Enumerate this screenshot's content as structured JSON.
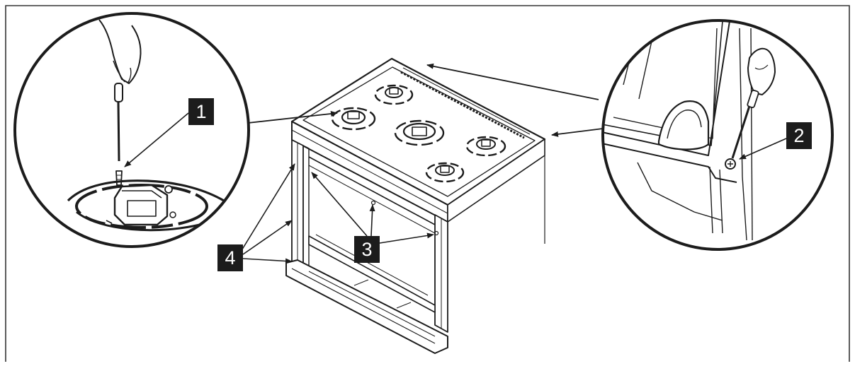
{
  "callouts": [
    {
      "id": "1",
      "label": "1"
    },
    {
      "id": "2",
      "label": "2"
    },
    {
      "id": "3",
      "label": "3"
    },
    {
      "id": "4",
      "label": "4"
    }
  ],
  "colors": {
    "ink": "#1c1c1c",
    "background": "#ffffff",
    "callout_fill": "#1c1c1c",
    "callout_text": "#ffffff"
  }
}
